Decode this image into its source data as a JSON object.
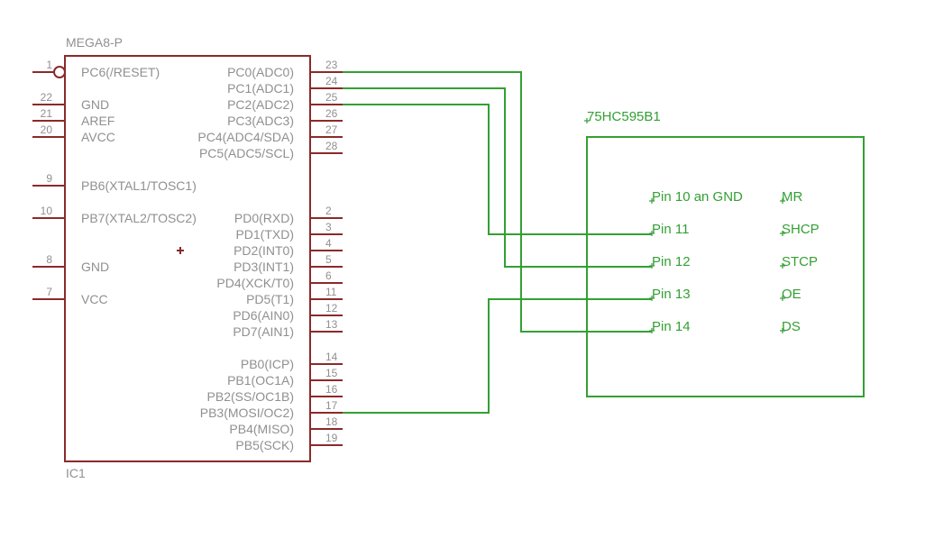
{
  "colors": {
    "symbol": "#8a2a2a",
    "net": "#33a033",
    "text": "#909090"
  },
  "ic1": {
    "part": "MEGA8-P",
    "ref": "IC1",
    "left_pins": [
      {
        "num": "1",
        "name": "PC6(/RESET)",
        "inverted": true
      },
      {
        "num": "22",
        "name": "GND"
      },
      {
        "num": "21",
        "name": "AREF"
      },
      {
        "num": "20",
        "name": "AVCC"
      },
      {
        "num": "9",
        "name": "PB6(XTAL1/TOSC1)"
      },
      {
        "num": "10",
        "name": "PB7(XTAL2/TOSC2)"
      },
      {
        "num": "8",
        "name": "GND"
      },
      {
        "num": "7",
        "name": "VCC"
      }
    ],
    "right_pins": [
      {
        "num": "23",
        "name": "PC0(ADC0)"
      },
      {
        "num": "24",
        "name": "PC1(ADC1)"
      },
      {
        "num": "25",
        "name": "PC2(ADC2)"
      },
      {
        "num": "26",
        "name": "PC3(ADC3)"
      },
      {
        "num": "27",
        "name": "PC4(ADC4/SDA)"
      },
      {
        "num": "28",
        "name": "PC5(ADC5/SCL)"
      },
      {
        "num": "2",
        "name": "PD0(RXD)"
      },
      {
        "num": "3",
        "name": "PD1(TXD)"
      },
      {
        "num": "4",
        "name": "PD2(INT0)"
      },
      {
        "num": "5",
        "name": "PD3(INT1)"
      },
      {
        "num": "6",
        "name": "PD4(XCK/T0)"
      },
      {
        "num": "11",
        "name": "PD5(T1)"
      },
      {
        "num": "12",
        "name": "PD6(AIN0)"
      },
      {
        "num": "13",
        "name": "PD7(AIN1)"
      },
      {
        "num": "14",
        "name": "PB0(ICP)"
      },
      {
        "num": "15",
        "name": "PB1(OC1A)"
      },
      {
        "num": "16",
        "name": "PB2(SS/OC1B)"
      },
      {
        "num": "17",
        "name": "PB3(MOSI/OC2)"
      },
      {
        "num": "18",
        "name": "PB4(MISO)"
      },
      {
        "num": "19",
        "name": "PB5(SCK)"
      }
    ]
  },
  "shift_register": {
    "name": "75HC595B1",
    "left_labels": [
      "Pin 10 an GND",
      "Pin 11",
      "Pin 12",
      "Pin 13",
      "Pin 14"
    ],
    "right_labels": [
      "MR",
      "SHCP",
      "STCP",
      "OE",
      "DS"
    ]
  },
  "connections": [
    {
      "from": "PC0(ADC0)",
      "to": "Pin 14"
    },
    {
      "from": "PC1(ADC1)",
      "to": "Pin 12"
    },
    {
      "from": "PC2(ADC2)",
      "to": "Pin 11"
    },
    {
      "from": "PB3(MOSI/OC2)",
      "to": "Pin 13"
    }
  ]
}
